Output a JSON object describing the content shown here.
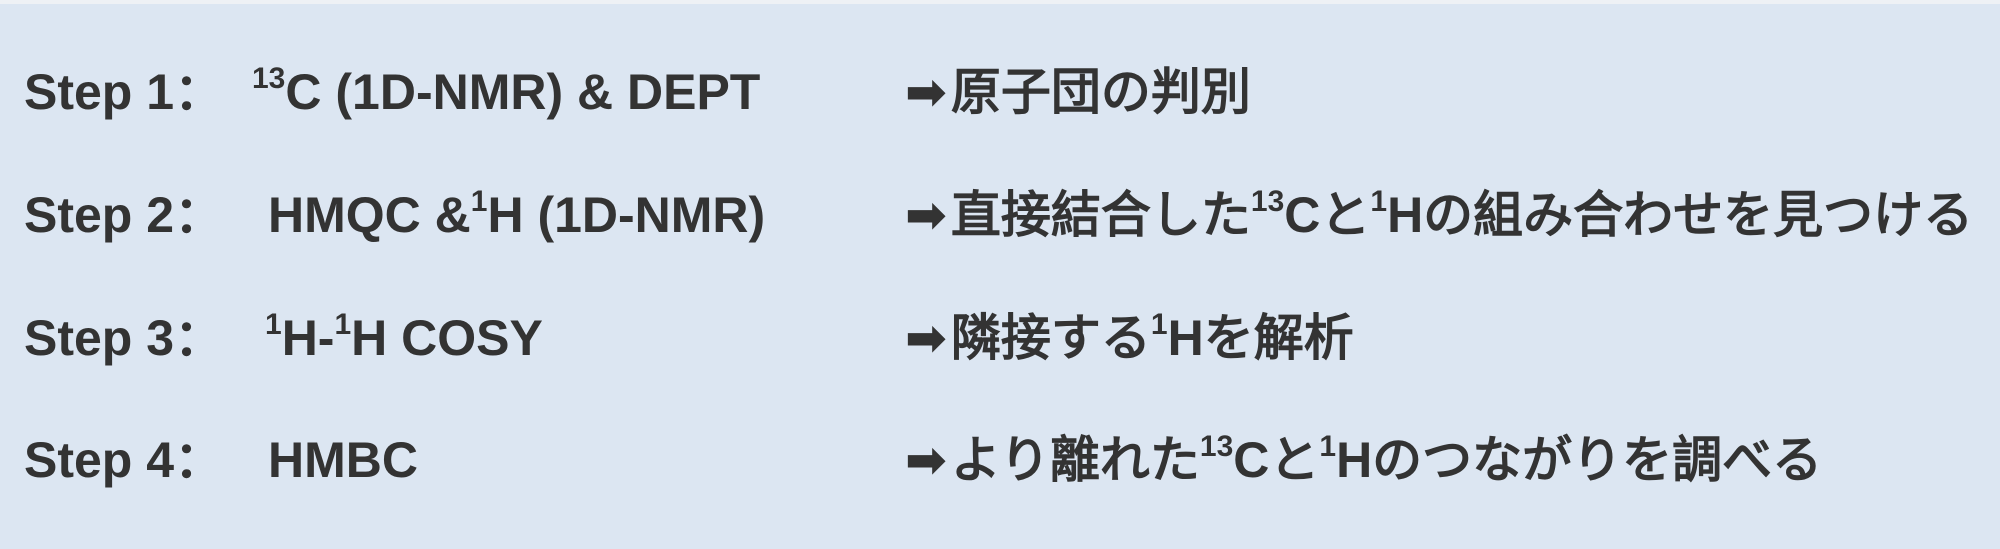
{
  "rows": [
    {
      "step": "Step 1：",
      "technique": {
        "sup1": "13",
        "text1": "C (1D-NMR) & DEPT"
      },
      "result": {
        "arrow": "➡",
        "text1": "原子団の判別"
      }
    },
    {
      "step": "Step 2：",
      "technique": {
        "text1": "HMQC & ",
        "sup1": "1",
        "text2": "H (1D-NMR)"
      },
      "result": {
        "arrow": "➡",
        "text1": "直接結合した",
        "sup1": "13",
        "text2": "Cと",
        "sup2": "1",
        "text3": "Hの組み合わせを見つける"
      }
    },
    {
      "step": "Step 3：",
      "technique": {
        "sup1": "1",
        "text1": "H-",
        "sup2": "1",
        "text2": "H COSY"
      },
      "result": {
        "arrow": "➡",
        "text1": "隣接する",
        "sup1": "1",
        "text2": "Hを解析"
      }
    },
    {
      "step": "Step 4：",
      "technique": {
        "text1": "HMBC"
      },
      "result": {
        "arrow": "➡",
        "text1": "より離れた",
        "sup1": "13",
        "text2": "Cと",
        "sup2": "1",
        "text3": "Hのつながりを調べる"
      }
    }
  ]
}
